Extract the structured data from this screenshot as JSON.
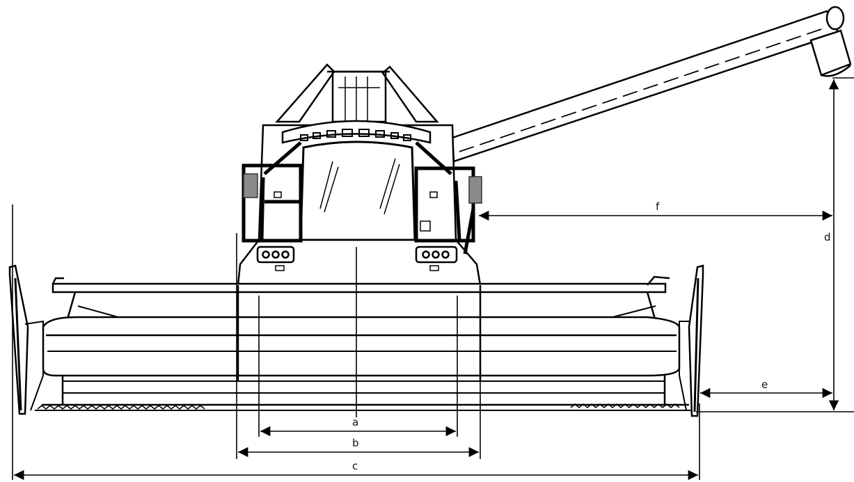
{
  "diagram": {
    "subject": "combine-harvester-front-view",
    "stroke_color": "#000000",
    "accent_gray": "#8a8a8a",
    "dimension_labels": {
      "a": "a",
      "b": "b",
      "c": "c",
      "d": "d",
      "e": "e",
      "f": "f"
    }
  }
}
